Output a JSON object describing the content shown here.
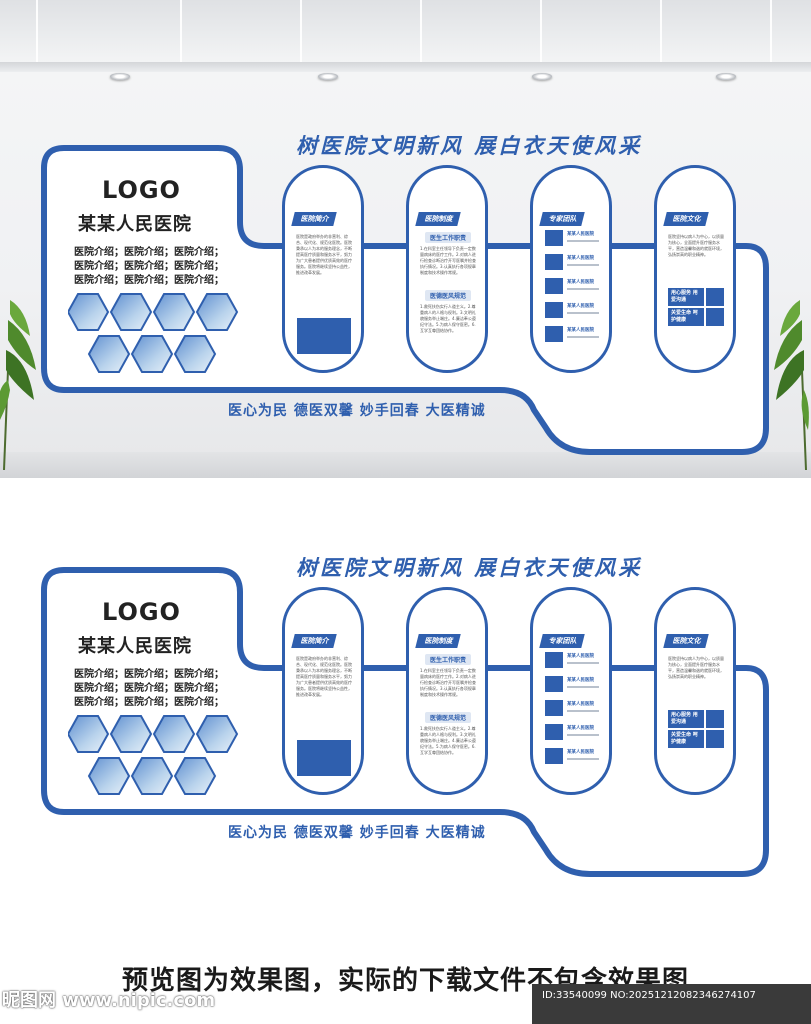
{
  "slogan": "树医院文明新风 展白衣天使风采",
  "logo": "LOGO",
  "hospital_name": "某某人民医院",
  "intro_lines": [
    "医院介绍；医院介绍；医院介绍；",
    "医院介绍；医院介绍；医院介绍；",
    "医院介绍；医院介绍；医院介绍；"
  ],
  "motto": "医心为民 德医双馨 妙手回春 大医精诚",
  "cards": {
    "intro_title": "医院简介",
    "intro_body": "医院是政府举办的非营利、综合、现代化、规范化医院。医院秉承以人为本的服务理念，不断提高医疗质量和服务水平，努力为广大患者提供优质高效的医疗服务。医院将继续坚持公益性，推进改革发展。",
    "rules_title": "医院制度",
    "rules_sub1": "医生工作职责",
    "rules_body1": "1.在科室主任领导下负责一定数量病床的医疗工作。2.对病人进行检查诊断治疗开写医嘱并检查执行情况。3.认真执行各项规章制度和技术操作常规。",
    "rules_sub2": "医德医风规范",
    "rules_body2": "1.救死扶伤实行人道主义。2.尊重病人的人格与权利。3.文明礼貌服务举止端庄。4.廉洁奉公遵纪守法。5.为病人保守医密。6.互学互尊团结协作。",
    "team_title": "专家团队",
    "team_name": "某某人民医院",
    "culture_title": "医院文化",
    "culture_body": "医院坚持以病人为中心，以质量为核心，全面提升医疗服务水平，营造温馨和谐的就医环境，弘扬崇高的职业精神。",
    "culture_box1": "用心服务 用爱沟通",
    "culture_box2": "关爱生命 呵护健康"
  },
  "caption": "预览图为效果图，实际的下载文件不包含效果图",
  "watermark_left": "昵图网 www.nipic.com",
  "watermark_id": "ID:33540099 NO:20251212082346274107",
  "colors": {
    "brand_blue": "#2f5fae",
    "hex_light": "#a9c9e6",
    "text_dark": "#222222"
  }
}
